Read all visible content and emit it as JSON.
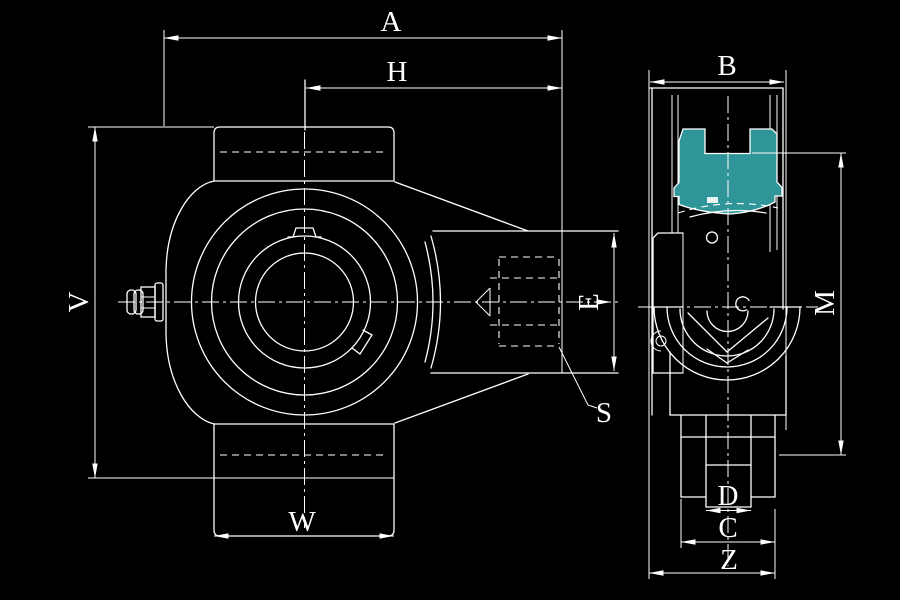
{
  "drawing": {
    "background_color": "#000000",
    "line_color": "#ffffff",
    "highlight_color": "#309598",
    "labels": {
      "A": "A",
      "H": "H",
      "V": "V",
      "W": "W",
      "E": "E",
      "S": "S",
      "B": "B",
      "M": "M",
      "D": "D",
      "C": "C",
      "Z": "Z"
    }
  }
}
